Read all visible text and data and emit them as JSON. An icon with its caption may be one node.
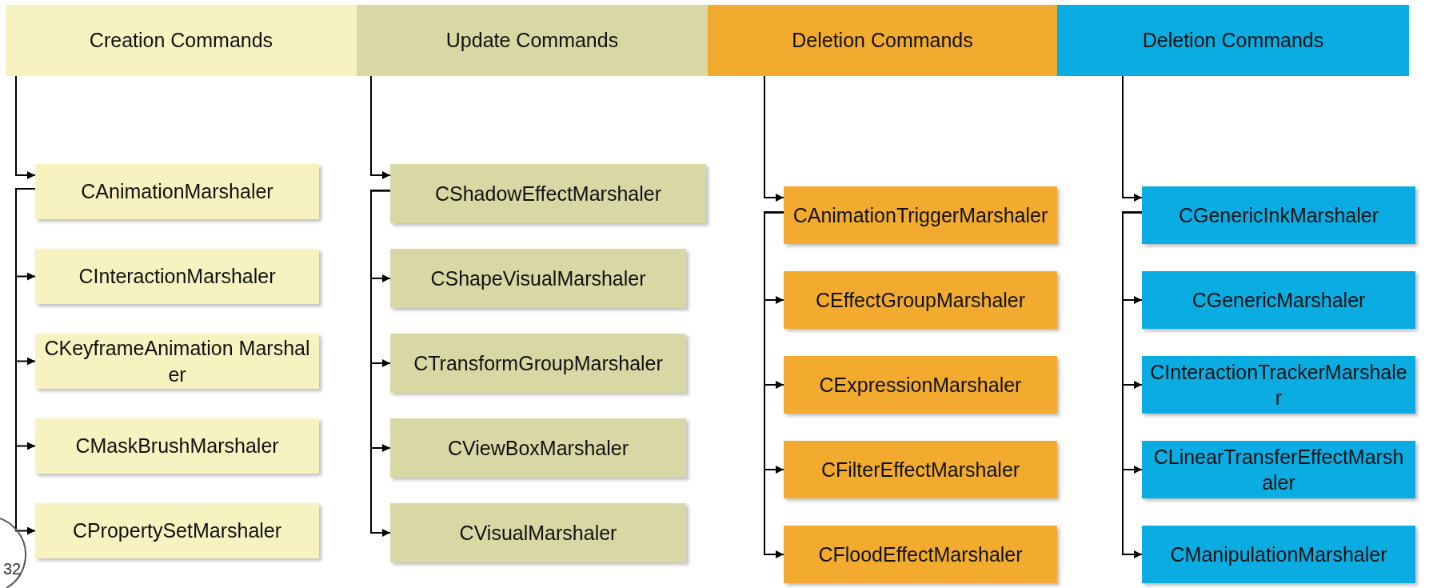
{
  "diagram": {
    "nodes": [
      {
        "text": [
          "Creation Commands"
        ]
      },
      {
        "text": [
          "CAnimationMarshaler"
        ]
      },
      {
        "text": [
          "CInteractionMarshaler"
        ]
      },
      {
        "text": [
          "CKeyframeAnimation Marshaler"
        ]
      },
      {
        "text": [
          "CMaskBrushMarshaler"
        ]
      },
      {
        "text": [
          "CPropertySetMarshaler"
        ]
      },
      {
        "text": [
          "Update Commands"
        ]
      },
      {
        "text": [
          "CShadowEffectMarshaler"
        ]
      },
      {
        "text": [
          "CShapeVisualMarshaler"
        ]
      },
      {
        "text": [
          "CTransformGroupMarshaler"
        ]
      },
      {
        "text": [
          "CViewBoxMarshaler"
        ]
      },
      {
        "text": [
          "CVisualMarshaler"
        ]
      },
      {
        "text": [
          "Deletion Commands"
        ]
      },
      {
        "text": [
          "CAnimationTriggerMarshaler"
        ]
      },
      {
        "text": [
          "CEffectGroupMarshaler"
        ]
      },
      {
        "text": [
          "CExpressionMarshaler"
        ]
      },
      {
        "text": [
          "CFilterEffectMarshaler"
        ]
      },
      {
        "text": [
          "CFloodEffectMarshaler"
        ]
      },
      {
        "text": [
          "Deletion Commands"
        ]
      },
      {
        "text": [
          "CGenericInkMarshaler"
        ]
      },
      {
        "text": [
          "CGenericMarshaler"
        ]
      },
      {
        "text": [
          "CInteractionTrackerMarshaler"
        ]
      },
      {
        "text": [
          "CLinearTransferEffectMarshaler"
        ]
      },
      {
        "text": [
          "CManipulationMarshaler"
        ]
      }
    ],
    "edges": [
      {
        "from": 0,
        "to": 1,
        "arrow": "to"
      },
      {
        "from": 1,
        "to": 2,
        "arrow": "to"
      },
      {
        "from": 1,
        "to": 3,
        "arrow": "to"
      },
      {
        "from": 1,
        "to": 4,
        "arrow": "to"
      },
      {
        "from": 1,
        "to": 5,
        "arrow": "to"
      },
      {
        "from": 6,
        "to": 7,
        "arrow": "to"
      },
      {
        "from": 7,
        "to": 8,
        "arrow": "to"
      },
      {
        "from": 7,
        "to": 9,
        "arrow": "to"
      },
      {
        "from": 7,
        "to": 10,
        "arrow": "to"
      },
      {
        "from": 7,
        "to": 11,
        "arrow": "to"
      },
      {
        "from": 12,
        "to": 13,
        "arrow": "to"
      },
      {
        "from": 13,
        "to": 14,
        "arrow": "to"
      },
      {
        "from": 13,
        "to": 15,
        "arrow": "to"
      },
      {
        "from": 13,
        "to": 16,
        "arrow": "to"
      },
      {
        "from": 13,
        "to": 17,
        "arrow": "to"
      },
      {
        "from": 18,
        "to": 19,
        "arrow": "to"
      },
      {
        "from": 19,
        "to": 20,
        "arrow": "to"
      },
      {
        "from": 19,
        "to": 21,
        "arrow": "to"
      },
      {
        "from": 19,
        "to": 22,
        "arrow": "to"
      },
      {
        "from": 19,
        "to": 23,
        "arrow": "to"
      }
    ],
    "labels": [
      "32"
    ]
  }
}
